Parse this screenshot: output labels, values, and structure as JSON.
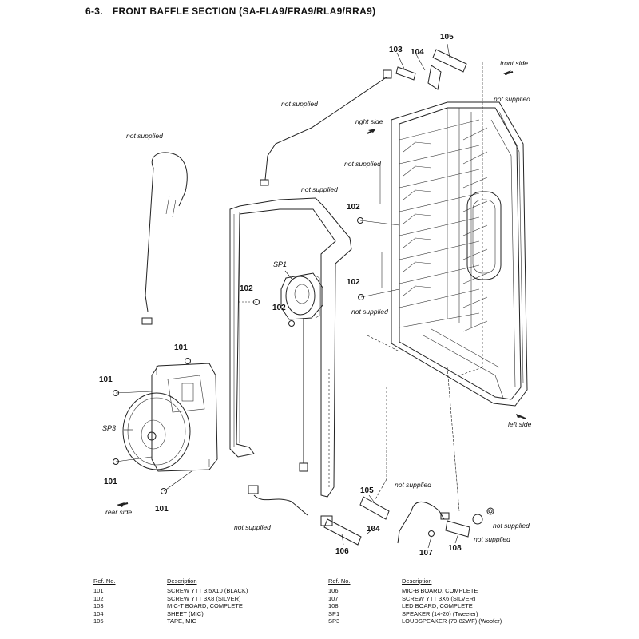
{
  "title": {
    "number": "6-3.",
    "text": "FRONT  BAFFLE  SECTION (SA-FLA9/FRA9/RLA9/RRA9)"
  },
  "diagram": {
    "not_supplied": "not supplied",
    "callouts": {
      "c101": "101",
      "c102": "102",
      "c103": "103",
      "c104": "104",
      "c105": "105",
      "c106": "106",
      "c107": "107",
      "c108": "108",
      "sp1": "SP1",
      "sp3": "SP3"
    },
    "directions": {
      "front_side": "front side",
      "right_side": "right side",
      "left_side": "left side",
      "rear_side": "rear side"
    }
  },
  "parts_table": {
    "headers": {
      "ref": "Ref. No.",
      "desc": "Description"
    },
    "left": [
      {
        "ref": "101",
        "desc": "SCREW YTT 3.5X10 (BLACK)"
      },
      {
        "ref": "102",
        "desc": "SCREW YTT 3X8 (SILVER)"
      },
      {
        "ref": "103",
        "desc": "MIC-T BOARD, COMPLETE"
      },
      {
        "ref": "104",
        "desc": "SHEET (MIC)"
      },
      {
        "ref": "105",
        "desc": "TAPE, MIC"
      }
    ],
    "right": [
      {
        "ref": "106",
        "desc": "MIC-B BOARD, COMPLETE"
      },
      {
        "ref": "107",
        "desc": "SCREW YTT 3X6 (SILVER)"
      },
      {
        "ref": "108",
        "desc": "LED BOARD, COMPLETE"
      },
      {
        "ref": "SP1",
        "desc": "SPEAKER (14-20) (Tweeter)"
      },
      {
        "ref": "SP3",
        "desc": "LOUDSPEAKER (70-82WF) (Woofer)"
      }
    ]
  }
}
